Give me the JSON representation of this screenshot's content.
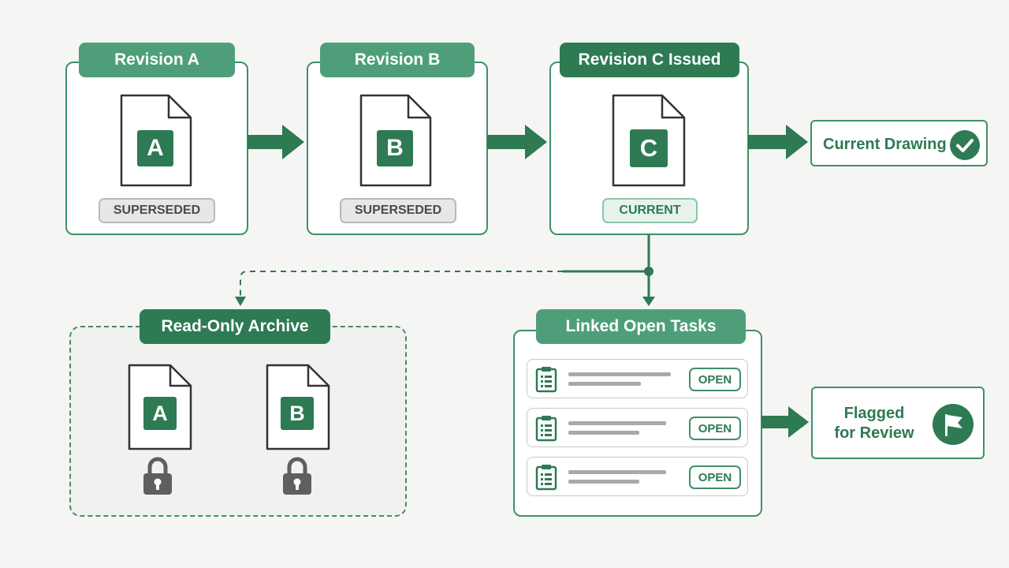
{
  "revisions": [
    {
      "tab": "Revision A",
      "letter": "A",
      "status": "SUPERSEDED"
    },
    {
      "tab": "Revision B",
      "letter": "B",
      "status": "SUPERSEDED"
    },
    {
      "tab": "Revision C Issued",
      "letter": "C",
      "status": "CURRENT"
    }
  ],
  "current_drawing": {
    "label": "Current Drawing",
    "icon": "check-circle-icon"
  },
  "archive": {
    "title": "Read-Only Archive",
    "docs": [
      {
        "letter": "A",
        "icon": "lock-icon"
      },
      {
        "letter": "B",
        "icon": "lock-icon"
      }
    ]
  },
  "tasks": {
    "title": "Linked Open Tasks",
    "items": [
      {
        "status": "OPEN",
        "icon": "clipboard-icon"
      },
      {
        "status": "OPEN",
        "icon": "clipboard-icon"
      },
      {
        "status": "OPEN",
        "icon": "clipboard-icon"
      }
    ]
  },
  "flagged": {
    "line1": "Flagged",
    "line2": "for Review",
    "icon": "flag-icon"
  },
  "colors": {
    "primary": "#2d7a53",
    "primary_light": "#4e9f79",
    "border": "#3e9068",
    "superseded_bg": "#e7e7e7",
    "current_bg": "#e6f3ec",
    "lock": "#5f5f5f",
    "background": "#f5f5f4"
  }
}
